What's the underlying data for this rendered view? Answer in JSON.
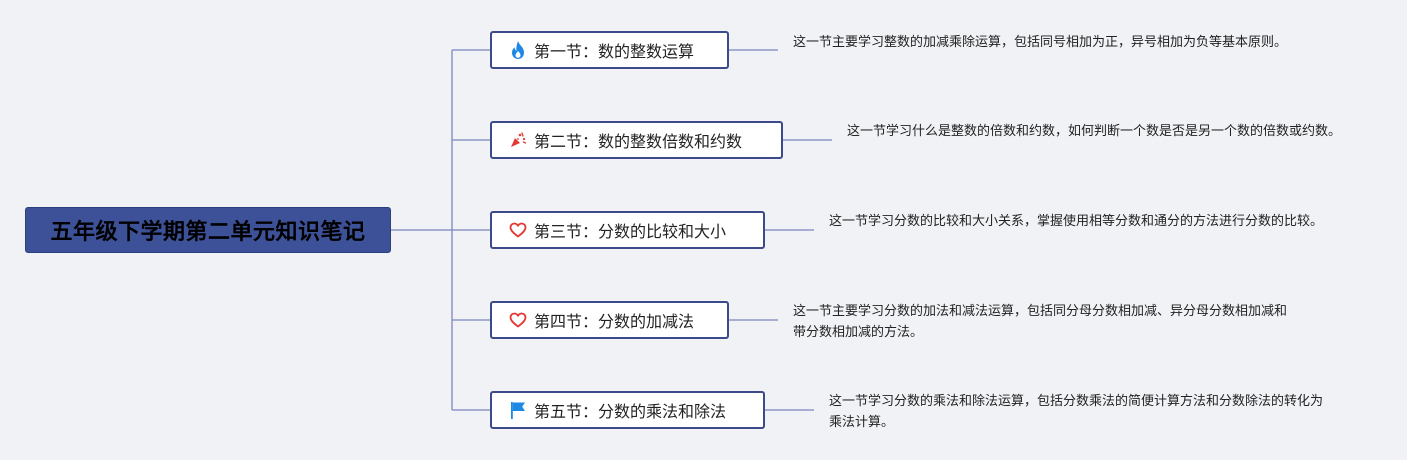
{
  "root": {
    "title": "五年级下学期第二单元知识笔记"
  },
  "topics": [
    {
      "icon": "fire-icon",
      "label": "第一节：数的整数运算",
      "note": "这一节主要学习整数的加减乘除运算，包括同号相加为正，异号相加为负等基本原则。"
    },
    {
      "icon": "party-popper-icon",
      "label": "第二节：数的整数倍数和约数",
      "note": "这一节学习什么是整数的倍数和约数，如何判断一个数是否是另一个数的倍数或约数。"
    },
    {
      "icon": "heart-icon",
      "label": "第三节：分数的比较和大小",
      "note": "这一节学习分数的比较和大小关系，掌握使用相等分数和通分的方法进行分数的比较。"
    },
    {
      "icon": "heart-icon",
      "label": "第四节：分数的加减法",
      "note": "这一节主要学习分数的加法和减法运算，包括同分母分数相加减、异分母分数相加减和带分数相加减的方法。"
    },
    {
      "icon": "flag-icon",
      "label": "第五节：分数的乘法和除法",
      "note": "这一节学习分数的乘法和除法运算，包括分数乘法的简便计算方法和分数除法的转化为乘法计算。"
    }
  ],
  "colors": {
    "background": "#f0f2f5",
    "root_fill": "#3d5198",
    "topic_border": "#3d4a8a",
    "connector": "#7b86bf",
    "fire": "#1e88e5",
    "popper": "#e53935",
    "heart": "#e53935",
    "flag": "#1e88e5"
  }
}
